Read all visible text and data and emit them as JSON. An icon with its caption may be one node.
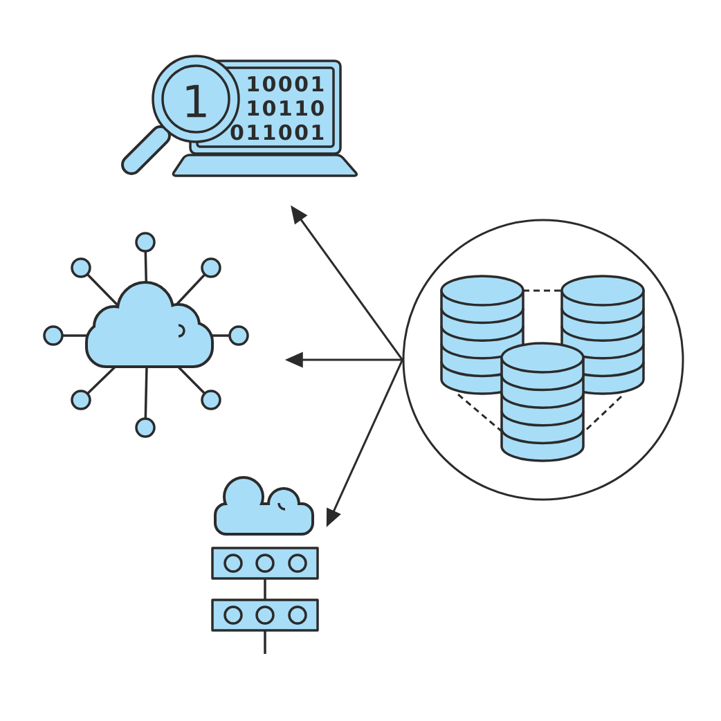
{
  "diagram": {
    "nodes": [
      {
        "text": [
          "1",
          "10001 10110 011001"
        ]
      },
      {
        "text": [],
        "shape": "cloud"
      },
      {
        "text": [],
        "shape": "picture"
      },
      {
        "text": [],
        "shape": "circle"
      }
    ],
    "edges": [
      {
        "from": 3,
        "to": 0,
        "arrow": "to"
      },
      {
        "from": 3,
        "to": 1,
        "arrow": "to"
      },
      {
        "from": 3,
        "to": 2,
        "arrow": "to"
      }
    ]
  }
}
